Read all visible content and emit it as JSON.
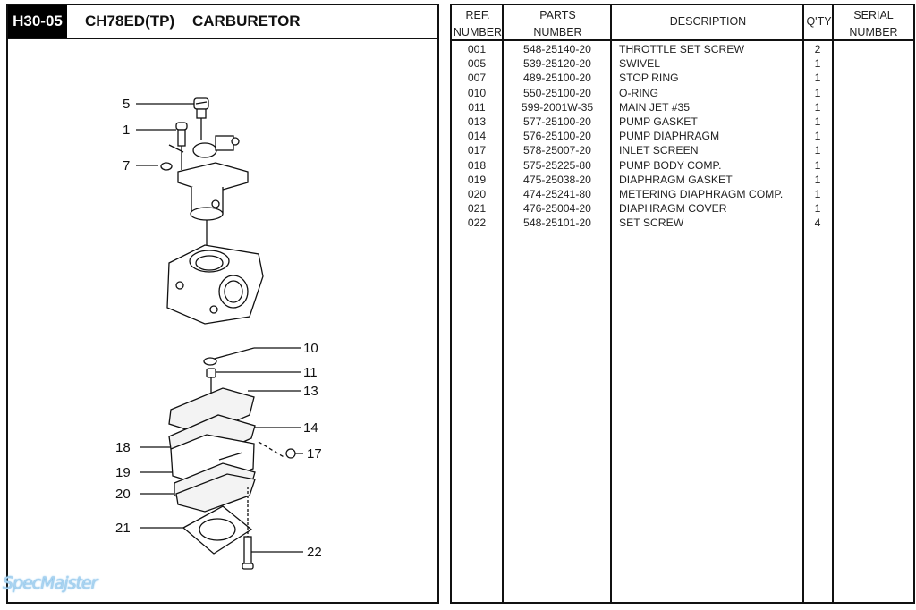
{
  "header": {
    "code": "H30-05",
    "model": "CH78ED(TP)",
    "section": "CARBURETOR"
  },
  "table": {
    "columns": {
      "ref": [
        "REF.",
        "NUMBER"
      ],
      "parts": [
        "PARTS",
        "NUMBER"
      ],
      "description": "DESCRIPTION",
      "qty": "Q'TY",
      "serial": [
        "SERIAL",
        "NUMBER"
      ]
    },
    "rows": [
      {
        "ref": "001",
        "part": "548-25140-20",
        "desc": "THROTTLE SET SCREW",
        "qty": "2"
      },
      {
        "ref": "005",
        "part": "539-25120-20",
        "desc": "SWIVEL",
        "qty": "1"
      },
      {
        "ref": "007",
        "part": "489-25100-20",
        "desc": "STOP RING",
        "qty": "1"
      },
      {
        "ref": "010",
        "part": "550-25100-20",
        "desc": "O-RING",
        "qty": "1"
      },
      {
        "ref": "011",
        "part": "599-2001W-35",
        "desc": "MAIN JET #35",
        "qty": "1"
      },
      {
        "ref": "013",
        "part": "577-25100-20",
        "desc": "PUMP GASKET",
        "qty": "1"
      },
      {
        "ref": "014",
        "part": "576-25100-20",
        "desc": "PUMP DIAPHRAGM",
        "qty": "1"
      },
      {
        "ref": "017",
        "part": "578-25007-20",
        "desc": "INLET SCREEN",
        "qty": "1"
      },
      {
        "ref": "018",
        "part": "575-25225-80",
        "desc": "PUMP BODY COMP.",
        "qty": "1"
      },
      {
        "ref": "019",
        "part": "475-25038-20",
        "desc": "DIAPHRAGM GASKET",
        "qty": "1"
      },
      {
        "ref": "020",
        "part": "474-25241-80",
        "desc": "METERING DIAPHRAGM COMP.",
        "qty": "1"
      },
      {
        "ref": "021",
        "part": "476-25004-20",
        "desc": "DIAPHRAGM COVER",
        "qty": "1"
      },
      {
        "ref": "022",
        "part": "548-25101-20",
        "desc": "SET SCREW",
        "qty": "4"
      }
    ]
  },
  "diagram": {
    "callouts": [
      "5",
      "1",
      "7",
      "10",
      "11",
      "13",
      "14",
      "17",
      "18",
      "19",
      "20",
      "21",
      "22"
    ]
  },
  "watermark": "SpecMajster"
}
